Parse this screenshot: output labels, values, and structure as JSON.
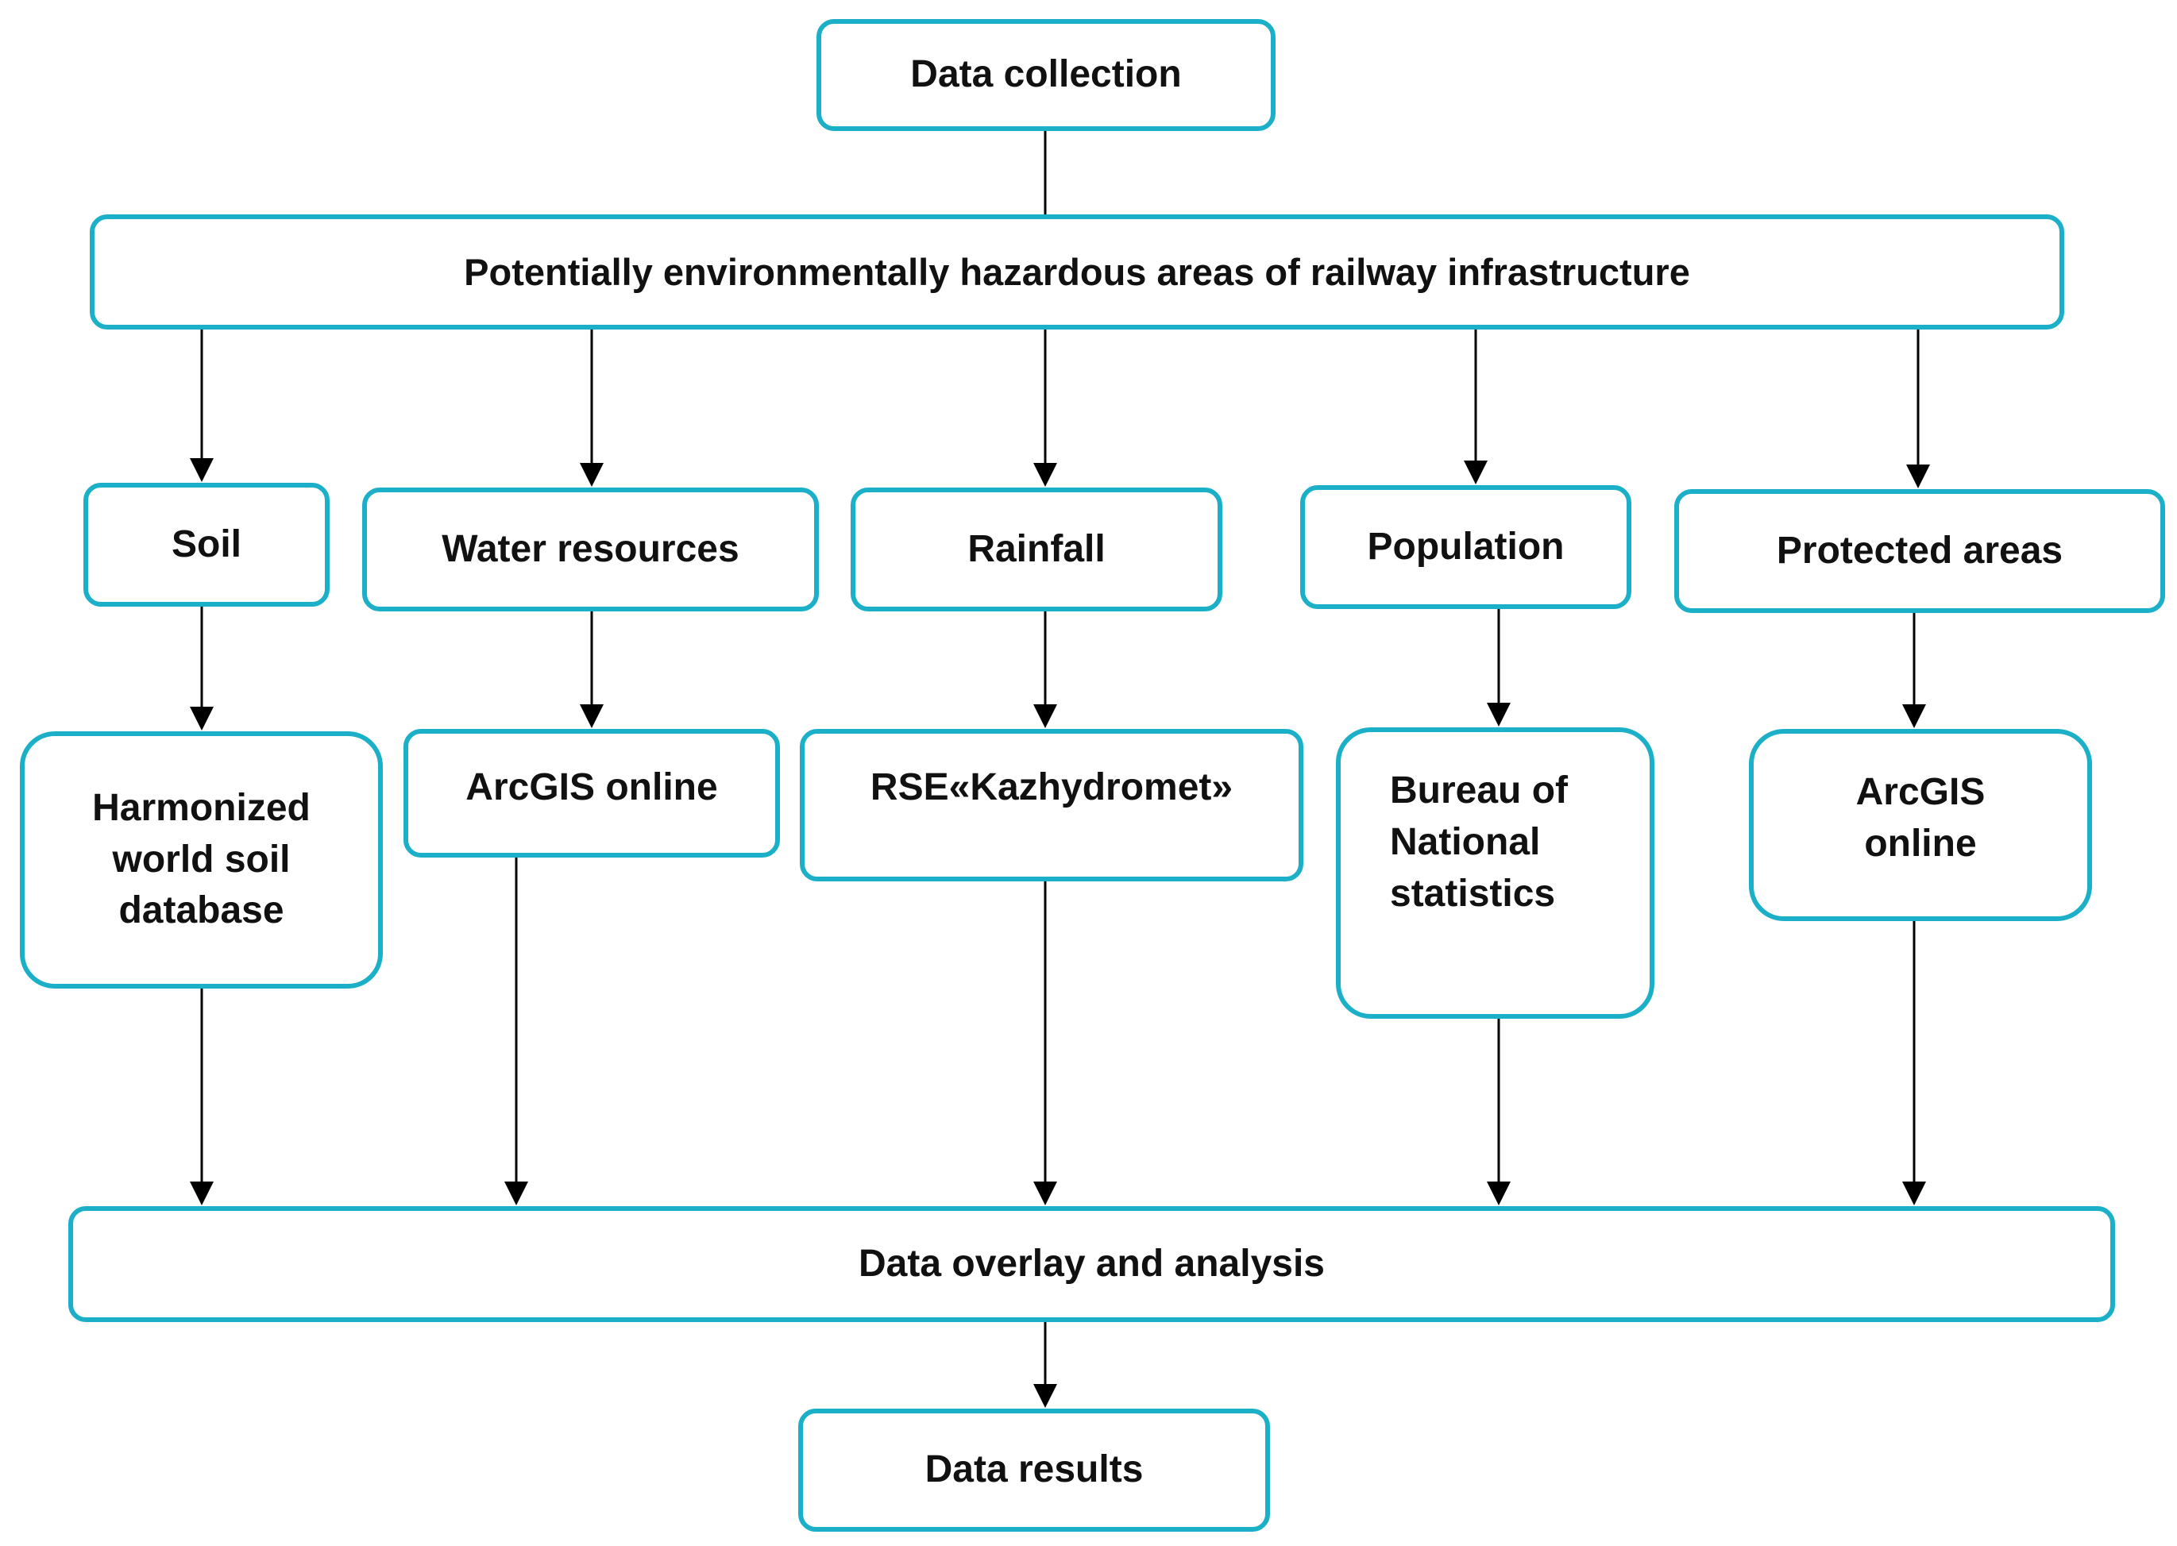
{
  "diagram": {
    "top": "Data collection",
    "main": "Potentially environmentally hazardous areas of railway infrastructure",
    "categories": [
      "Soil",
      "Water resources",
      "Rainfall",
      "Population",
      "Protected areas"
    ],
    "sources": [
      "Harmonized world soil database",
      "ArcGIS online",
      "RSE«Kazhydromet»",
      "Bureau of National statistics",
      "ArcGIS online"
    ],
    "analysis": "Data overlay and analysis",
    "results": "Data results"
  },
  "colors": {
    "border": "#1cb0c8",
    "text": "#111111",
    "arrow": "#000000"
  }
}
